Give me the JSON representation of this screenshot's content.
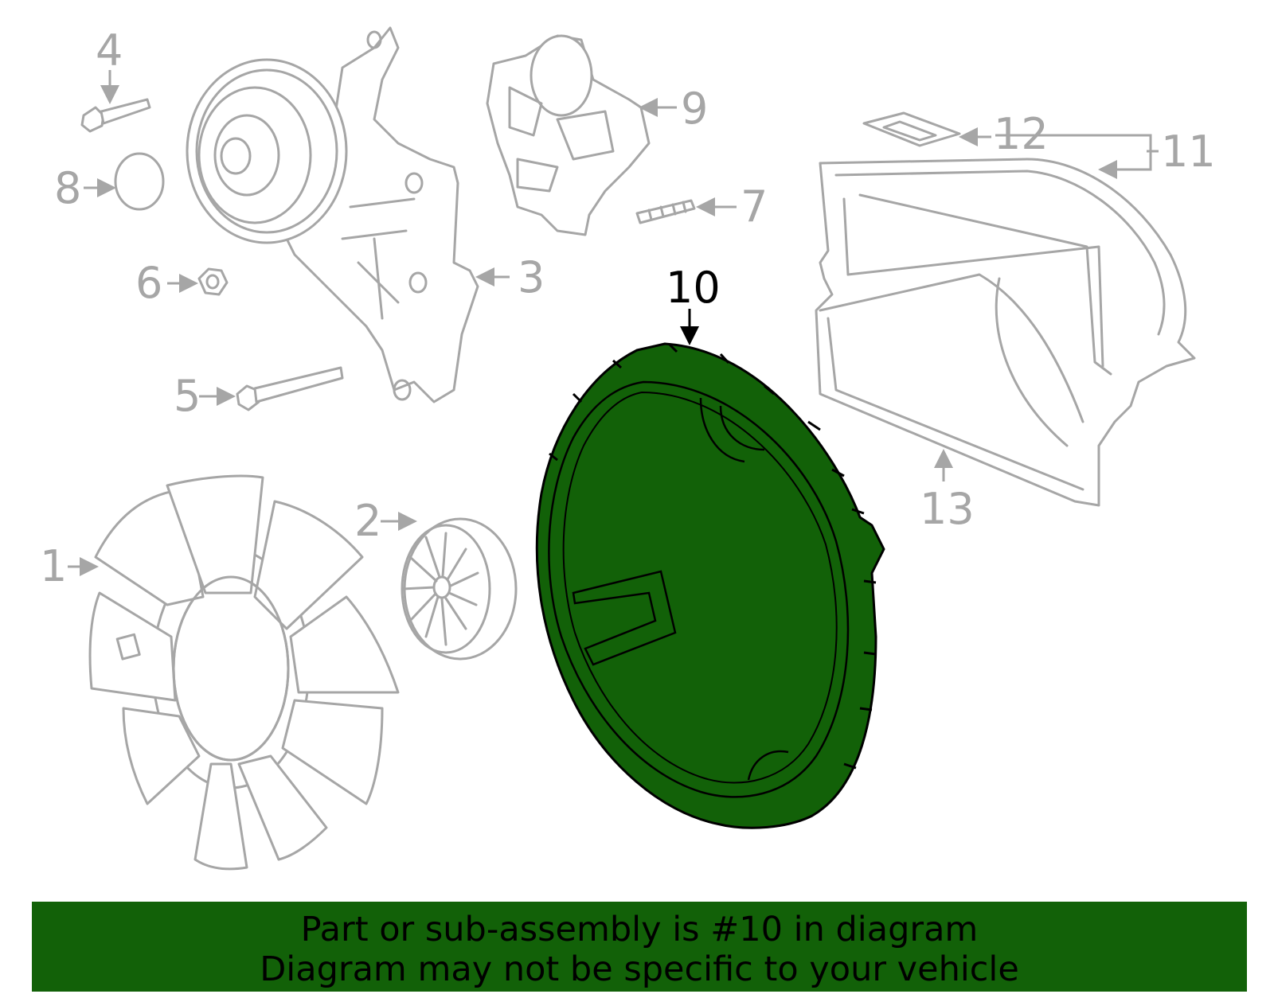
{
  "diagram": {
    "callouts": {
      "c1": "1",
      "c2": "2",
      "c3": "3",
      "c4": "4",
      "c5": "5",
      "c6": "6",
      "c7": "7",
      "c8": "8",
      "c9": "9",
      "c10": "10",
      "c11": "11",
      "c12": "12",
      "c13": "13"
    },
    "highlighted_part": "10",
    "colors": {
      "highlight_fill": "#126108",
      "outline": "#a6a6a6",
      "banner": "#126108"
    }
  },
  "banner": {
    "line1": "Part or sub-assembly is #10 in diagram",
    "line2": "Diagram may not be specific to your vehicle"
  }
}
